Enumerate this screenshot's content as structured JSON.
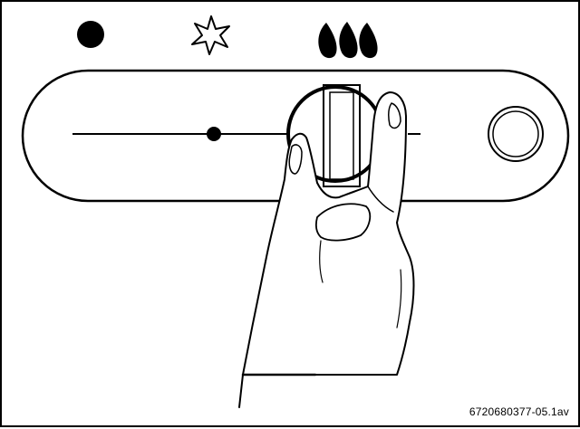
{
  "figure": {
    "code": "6720680377-05.1av",
    "symbols": [
      {
        "icon": "dot-icon",
        "meaning": "off"
      },
      {
        "icon": "frost-star-icon",
        "meaning": "frost protection"
      },
      {
        "icon": "flames-icon",
        "meaning": "max heating"
      }
    ],
    "control": {
      "icon": "rotary-knob-icon",
      "setting": "max"
    },
    "colors": {
      "line": "#000000",
      "background": "#ffffff"
    }
  }
}
